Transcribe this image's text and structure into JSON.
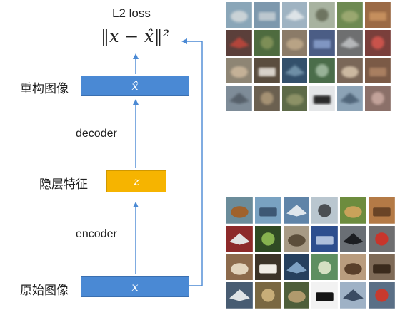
{
  "loss": {
    "title": "L2 loss",
    "formula": "‖x − x̂‖²"
  },
  "nodes": {
    "reconstructed": {
      "label": "重构图像",
      "symbol": "x̂"
    },
    "latent": {
      "label": "隐层特征",
      "symbol": "z"
    },
    "original": {
      "label": "原始图像",
      "symbol": "x"
    }
  },
  "edges": {
    "decoder": "decoder",
    "encoder": "encoder"
  },
  "colors": {
    "blue_box": "#4a89d4",
    "orange_box": "#f6b400",
    "arrow": "#4a89d4"
  },
  "reconstructed_tiles": [
    {
      "name": "ship-blurry-tile",
      "bg": "#8aa6b8",
      "fg": "#c9d2d6"
    },
    {
      "name": "ship-blurry-tile",
      "bg": "#7d98ad",
      "fg": "#bcc7cf"
    },
    {
      "name": "airplane-blurry-tile",
      "bg": "#9fb3c2",
      "fg": "#dde3e7"
    },
    {
      "name": "airplane-blurry-tile",
      "bg": "#a8b3a0",
      "fg": "#6e7560"
    },
    {
      "name": "frog-blurry-tile",
      "bg": "#6e8a52",
      "fg": "#9aa770"
    },
    {
      "name": "frog-blurry-tile",
      "bg": "#9b6a45",
      "fg": "#c58f5d"
    },
    {
      "name": "car-blurry-tile",
      "bg": "#5b3f3a",
      "fg": "#b2453a"
    },
    {
      "name": "frog-blurry-tile",
      "bg": "#4e6b3f",
      "fg": "#7d8e56"
    },
    {
      "name": "cat-blurry-tile",
      "bg": "#8b7b68",
      "fg": "#b8a385"
    },
    {
      "name": "truck-blurry-tile",
      "bg": "#4b5d85",
      "fg": "#8096c2"
    },
    {
      "name": "automobile-blurry-tile",
      "bg": "#6e6f70",
      "fg": "#b5b7b9"
    },
    {
      "name": "truck-blurry-tile",
      "bg": "#7a3f3b",
      "fg": "#c9534b"
    },
    {
      "name": "dog-blurry-tile",
      "bg": "#8e8574",
      "fg": "#c4b197"
    },
    {
      "name": "horse-blurry-tile",
      "bg": "#5a4d3e",
      "fg": "#d8d2c9"
    },
    {
      "name": "truck-blurry-tile",
      "bg": "#33506b",
      "fg": "#6e8fa6"
    },
    {
      "name": "frog-blurry-tile",
      "bg": "#4b6d4a",
      "fg": "#98b297"
    },
    {
      "name": "dog-blurry-tile",
      "bg": "#7a6758",
      "fg": "#cbb8a0"
    },
    {
      "name": "horse-blurry-tile",
      "bg": "#7b5a46",
      "fg": "#a97f60"
    },
    {
      "name": "ship-blurry-tile",
      "bg": "#7e8c98",
      "fg": "#56616a"
    },
    {
      "name": "frog-blurry-tile",
      "bg": "#6b6050",
      "fg": "#a49173"
    },
    {
      "name": "deer-blurry-tile",
      "bg": "#5d6a48",
      "fg": "#8c9166"
    },
    {
      "name": "bird-blurry-tile",
      "bg": "#e4e6e8",
      "fg": "#2a2a2a"
    },
    {
      "name": "airplane-blurry-tile",
      "bg": "#8ca3b6",
      "fg": "#51667a"
    },
    {
      "name": "truck-blurry-tile",
      "bg": "#8b7069",
      "fg": "#c2a29a"
    }
  ],
  "original_tiles": [
    {
      "name": "cat-tile",
      "bg": "#6b8c9a",
      "fg": "#a0622c"
    },
    {
      "name": "ship-tile",
      "bg": "#79a2c1",
      "fg": "#3d5874"
    },
    {
      "name": "ship-tile",
      "bg": "#5f84a8",
      "fg": "#dfe6ec"
    },
    {
      "name": "airplane-tile",
      "bg": "#b9c6cf",
      "fg": "#4b4f53"
    },
    {
      "name": "frog-tile",
      "bg": "#6d8c3e",
      "fg": "#c9a25a"
    },
    {
      "name": "frog-tile",
      "bg": "#b47a46",
      "fg": "#6a4426"
    },
    {
      "name": "automobile-tile",
      "bg": "#8d2a2a",
      "fg": "#e2e2e2"
    },
    {
      "name": "frog-tile",
      "bg": "#2f4a24",
      "fg": "#86b24f"
    },
    {
      "name": "cat-tile",
      "bg": "#a79a85",
      "fg": "#5c4e3b"
    },
    {
      "name": "truck-tile",
      "bg": "#2d4e8e",
      "fg": "#aebfdc"
    },
    {
      "name": "automobile-tile",
      "bg": "#6a6f75",
      "fg": "#1c1e22"
    },
    {
      "name": "truck-tile",
      "bg": "#6e6e70",
      "fg": "#c8352b"
    },
    {
      "name": "dog-tile",
      "bg": "#8c6a4c",
      "fg": "#e3d4bd"
    },
    {
      "name": "horse-tile",
      "bg": "#3c3328",
      "fg": "#f0ece5"
    },
    {
      "name": "truck-tile",
      "bg": "#26405e",
      "fg": "#7fa2c4"
    },
    {
      "name": "frog-tile",
      "bg": "#5e8f61",
      "fg": "#d5e0c2"
    },
    {
      "name": "dog-tile",
      "bg": "#b99c7e",
      "fg": "#5a3f2a"
    },
    {
      "name": "horse-tile",
      "bg": "#7e6a57",
      "fg": "#3a2a1c"
    },
    {
      "name": "ship-tile",
      "bg": "#485c72",
      "fg": "#dfe3e6"
    },
    {
      "name": "frog-tile",
      "bg": "#7a6842",
      "fg": "#c7ad78"
    },
    {
      "name": "deer-tile",
      "bg": "#4e5e3a",
      "fg": "#b09a6d"
    },
    {
      "name": "bird-tile",
      "bg": "#f2f2f2",
      "fg": "#141414"
    },
    {
      "name": "airplane-tile",
      "bg": "#9fb2c6",
      "fg": "#3b4c63"
    },
    {
      "name": "truck-tile",
      "bg": "#5a6f86",
      "fg": "#c83a2e"
    }
  ]
}
